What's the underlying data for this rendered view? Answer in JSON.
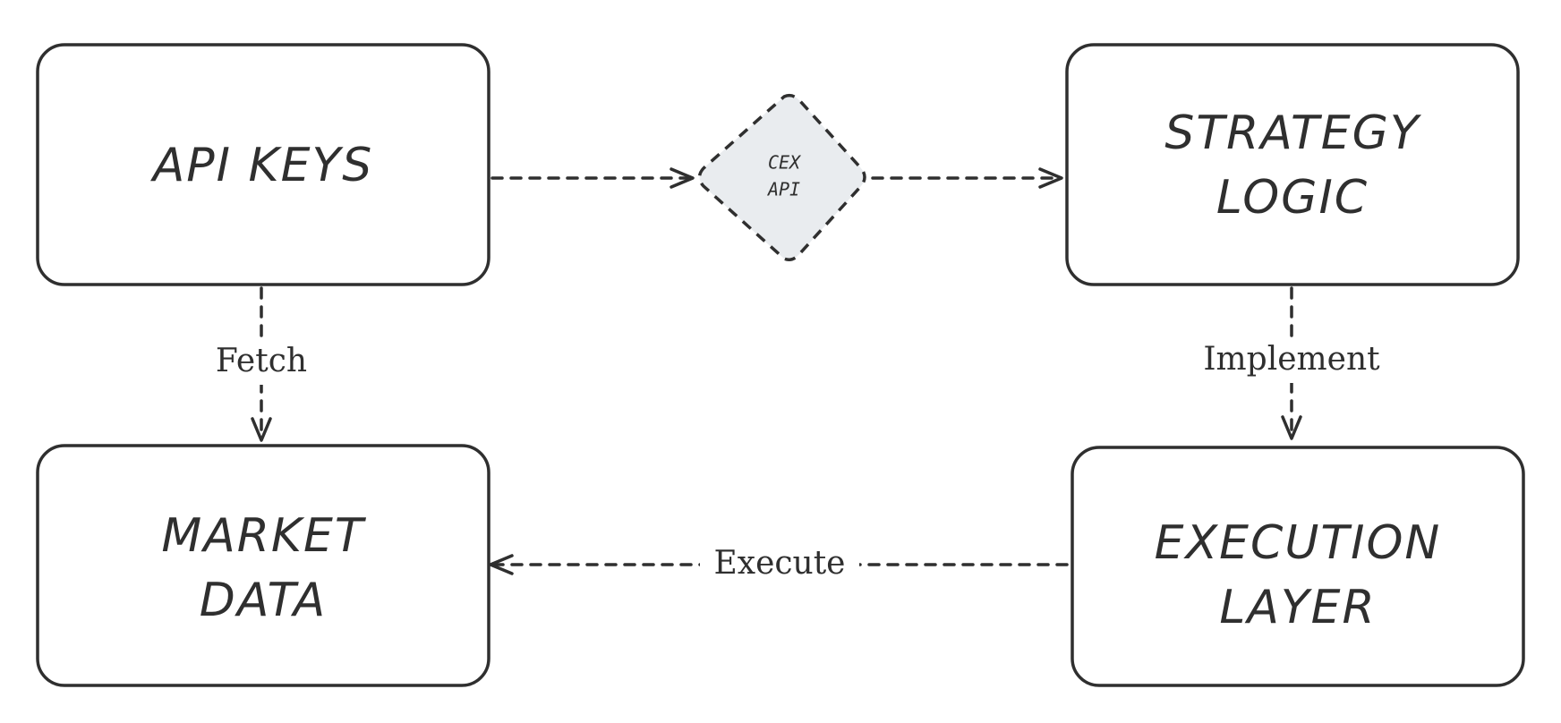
{
  "diagram": {
    "nodes": {
      "api_keys": {
        "lines": [
          "API KEYS"
        ]
      },
      "cex_api": {
        "lines": [
          "CEX",
          "API"
        ]
      },
      "strategy_logic": {
        "lines": [
          "STRATEGY",
          "LOGIC"
        ]
      },
      "market_data": {
        "lines": [
          "MARKET",
          "DATA"
        ]
      },
      "execution_layer": {
        "lines": [
          "EXECUTION",
          "LAYER"
        ]
      }
    },
    "edges": {
      "fetch": {
        "label": "Fetch",
        "from": "API KEYS",
        "to": "MARKET DATA"
      },
      "implement": {
        "label": "Implement",
        "from": "STRATEGY LOGIC",
        "to": "EXECUTION LAYER"
      },
      "execute": {
        "label": "Execute",
        "from": "EXECUTION LAYER",
        "to": "MARKET DATA"
      },
      "keys_to_api": {
        "label": "",
        "from": "API KEYS",
        "to": "CEX API"
      },
      "api_to_strategy": {
        "label": "",
        "from": "CEX API",
        "to": "STRATEGY LOGIC"
      }
    },
    "colors": {
      "stroke": "#2f2f2f",
      "diamond_fill": "#e9ecef",
      "box_fill": "#ffffff"
    }
  }
}
